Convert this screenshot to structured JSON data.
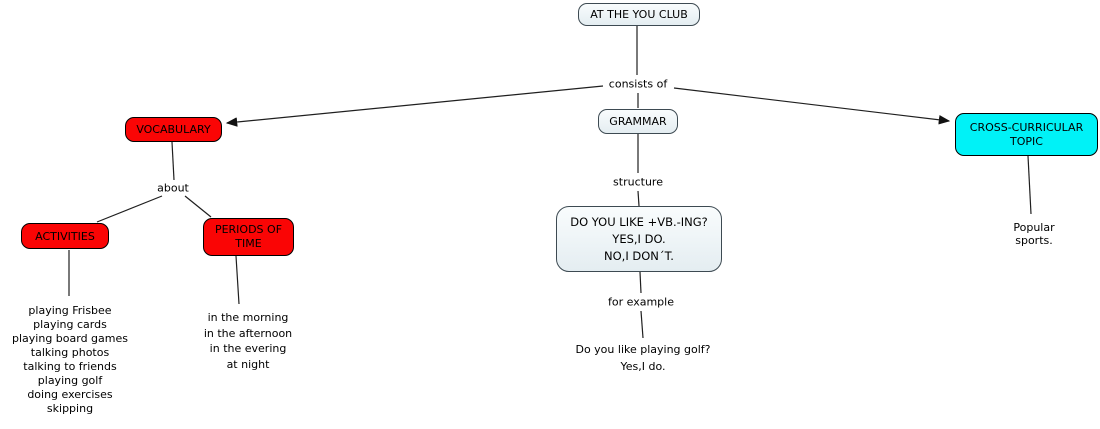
{
  "colors": {
    "red": "#fa0505",
    "cyan": "#00f2f7",
    "line": "#1f1f1f"
  },
  "nodes": {
    "root": {
      "label": "AT THE YOU CLUB"
    },
    "vocabulary": {
      "label": "VOCABULARY"
    },
    "grammar": {
      "label": "GRAMMAR"
    },
    "cross_curricular": {
      "lines": [
        "CROSS-CURRICULAR",
        "TOPIC"
      ]
    },
    "activities": {
      "label": "ACTIVITIES"
    },
    "periods": {
      "lines": [
        "PERIODS OF",
        "TIME"
      ]
    },
    "structure_box": {
      "lines": [
        "DO YOU LIKE +VB.-ING?",
        "YES,I DO.",
        "NO,I DON´T."
      ]
    }
  },
  "links": {
    "consists_of": "consists of",
    "about": "about",
    "structure": "structure",
    "for_example": "for example"
  },
  "leaves": {
    "activities_list": [
      "playing Frisbee",
      "playing cards",
      "playing board games",
      "talking photos",
      "talking to friends",
      "playing golf",
      "doing exercises",
      "skipping"
    ],
    "periods_list": [
      "in the morning",
      "in the afternoon",
      "in the evering",
      "at night"
    ],
    "example": [
      "Do you like playing golf?",
      "Yes,I do."
    ],
    "popular_sports": "Popular sports."
  }
}
